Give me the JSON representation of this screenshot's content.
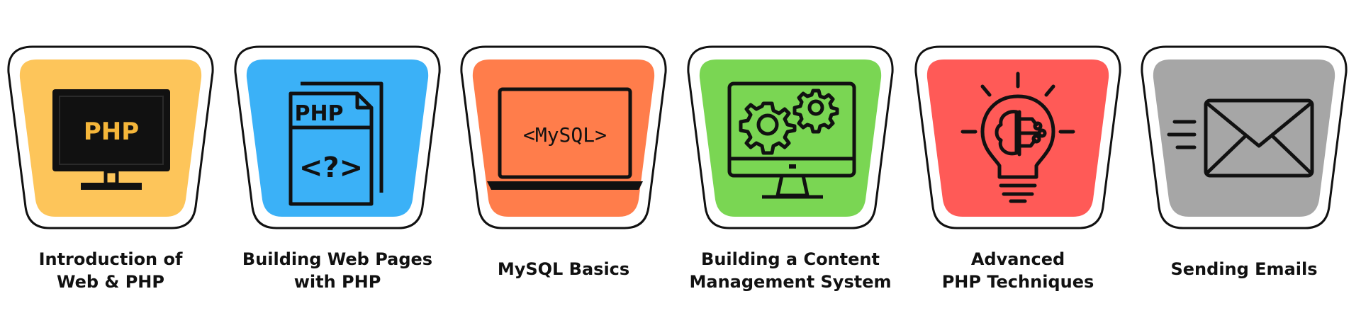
{
  "modules": [
    {
      "title_line1": "Introduction of",
      "title_line2": "Web & PHP",
      "color": "#FDC55A",
      "icon": "php-monitor-icon",
      "icon_text": "PHP",
      "icon_text_color": "#F5B63A"
    },
    {
      "title_line1": "Building Web Pages",
      "title_line2": "with PHP",
      "color": "#3BB1F7",
      "icon": "php-file-icon",
      "icon_text": "PHP",
      "icon_text2": "<?>"
    },
    {
      "title_line1": "MySQL Basics",
      "title_line2": "",
      "color": "#FF7D4B",
      "icon": "mysql-laptop-icon",
      "icon_text": "<MySQL>"
    },
    {
      "title_line1": "Building a Content",
      "title_line2": "Management System",
      "color": "#7AD653",
      "icon": "gears-monitor-icon"
    },
    {
      "title_line1": "Advanced",
      "title_line2": "PHP Techniques",
      "color": "#FF5A57",
      "icon": "brain-lightbulb-icon"
    },
    {
      "title_line1": "Sending Emails",
      "title_line2": "",
      "color": "#A6A6A6",
      "icon": "envelope-icon"
    }
  ]
}
